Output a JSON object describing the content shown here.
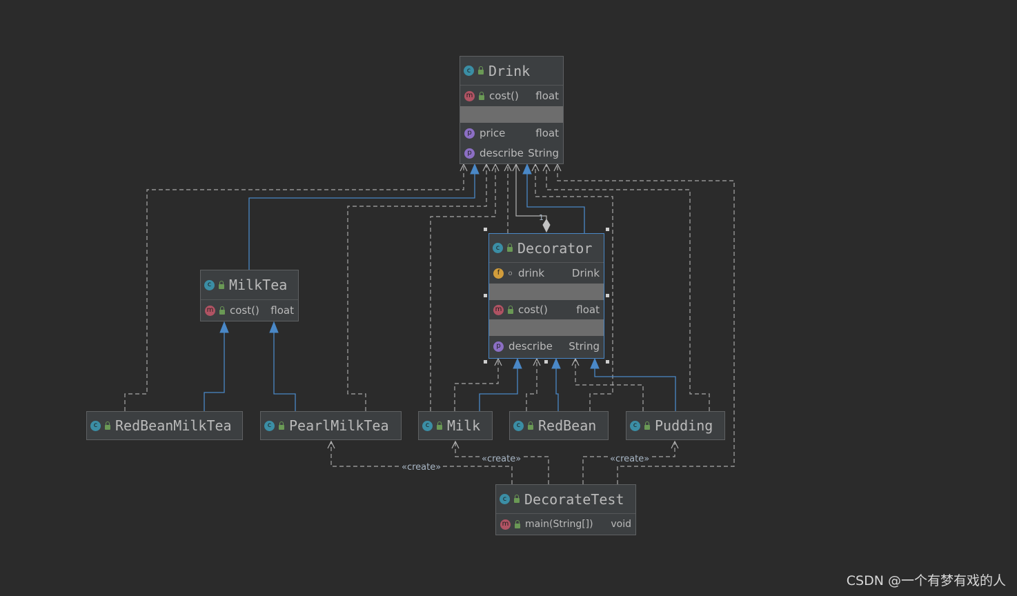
{
  "diagram": {
    "classes": {
      "drink": {
        "name": "Drink",
        "methods": [
          {
            "name": "cost()",
            "type": "float"
          }
        ],
        "properties": [
          {
            "name": "price",
            "type": "float"
          },
          {
            "name": "describe",
            "type": "String"
          }
        ]
      },
      "decorator": {
        "name": "Decorator",
        "fields": [
          {
            "name": "drink",
            "type": "Drink"
          }
        ],
        "methods": [
          {
            "name": "cost()",
            "type": "float"
          }
        ],
        "properties": [
          {
            "name": "describe",
            "type": "String"
          }
        ]
      },
      "milktea": {
        "name": "MilkTea",
        "methods": [
          {
            "name": "cost()",
            "type": "float"
          }
        ]
      },
      "redbeanmilktea": {
        "name": "RedBeanMilkTea"
      },
      "pearlmilktea": {
        "name": "PearlMilkTea"
      },
      "milk": {
        "name": "Milk"
      },
      "redbean": {
        "name": "RedBean"
      },
      "pudding": {
        "name": "Pudding"
      },
      "decoratetest": {
        "name": "DecorateTest",
        "methods": [
          {
            "name": "main(String[])",
            "type": "void"
          }
        ]
      }
    },
    "labels": {
      "create_pearl": "«create»",
      "create_milk": "«create»",
      "create_pudding": "«create»",
      "multiplicity": "1"
    },
    "colors": {
      "background": "#2b2b2b",
      "class_fill": "#3c3f41",
      "inheritance_edge": "#4a88c7",
      "dependency_edge": "#a9a9a9"
    },
    "icons": {
      "class": "class-icon",
      "method": "method-icon",
      "property": "property-icon",
      "field": "field-icon",
      "visibility": "public-lock-icon"
    }
  },
  "watermark": "CSDN @一个有梦有戏的人"
}
